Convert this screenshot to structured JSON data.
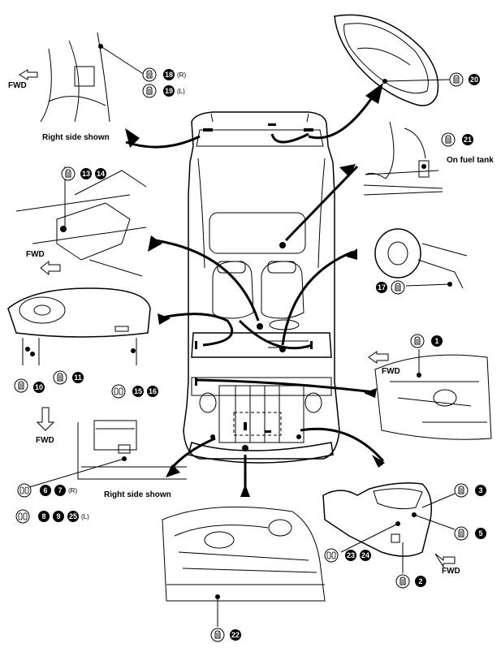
{
  "labels": {
    "fwd": "FWD",
    "right_side_shown": "Right side shown",
    "on_fuel_tank": "On fuel tank",
    "side_r": "(R)",
    "side_l": "(L)"
  },
  "callout_numbers": [
    "1",
    "2",
    "3",
    "5",
    "6",
    "7",
    "8",
    "9",
    "10",
    "11",
    "13",
    "14",
    "15",
    "16",
    "17",
    "18",
    "19",
    "20",
    "21",
    "22",
    "23",
    "24",
    "25"
  ]
}
